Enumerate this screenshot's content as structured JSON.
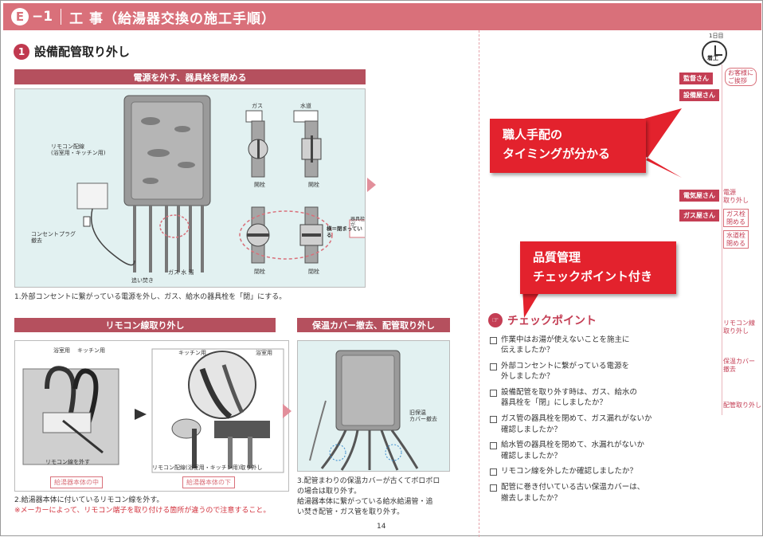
{
  "header": {
    "badge": "E",
    "section_number": "−1",
    "title": "工 事（給湯器交換の施工手順）"
  },
  "step1": {
    "number": "1",
    "title": "設備配管取り外し",
    "bar_label": "電源を外す、器具栓を閉める",
    "labels": {
      "remote_cable": "リモコン配線\n(浴室用・キッチン用)",
      "plug": "コンセントプラグ\n撤去",
      "oidaki": "追い焚き",
      "pipes": "ガス 水 湯",
      "gas": "ガス",
      "water": "水道",
      "open1": "開栓",
      "open2": "開栓",
      "closed1": "閉栓",
      "closed2": "閉栓",
      "valve_note": "器具栓が",
      "valve_note_bold": "横＝閉まっている"
    },
    "caption": "1.外部コンセントに繋がっている電源を外し、ガス、給水の器具栓を「閉」にする。"
  },
  "step2": {
    "bar_label": "リモコン線取り外し",
    "labels": {
      "bath": "浴室用",
      "kitchen": "キッチン用",
      "kitchen2": "キッチン用",
      "bath2": "浴室用",
      "remove_line": "リモコン線を外す",
      "remove_cable": "リモコン配線(浴室用・キッチン用)取り外し"
    },
    "tag_inside": "給湯器本体の中",
    "tag_below": "給湯器本体の下",
    "caption": "2.給湯器本体に付いているリモコン線を外す。",
    "caption_red": "※メーカーによって、リモコン端子を取り付ける箇所が違うので注意すること。"
  },
  "step3": {
    "bar_label": "保温カバー撤去、配管取り外し",
    "labels": {
      "old_cover": "旧保温\nカバー撤去"
    },
    "caption": "3.配管まわりの保温カバーが古くてボロボロ\nの場合は取り外す。\n給湯器本体に繋がっている給水給湯管・追\nい焚き配管・ガス管を取り外す。"
  },
  "page_number": "14",
  "sidebar": {
    "clock_top": "1日目",
    "clock_label": "着工",
    "roles": [
      {
        "label": "監督さん",
        "note": "お客様に\nご挨拶"
      },
      {
        "label": "設備屋さん",
        "note": ""
      },
      {
        "label": "電気屋さん",
        "note": "電源\n取り外し"
      },
      {
        "label": "ガス屋さん",
        "note": "ガス栓\n閉める"
      }
    ],
    "water_note": "水道栓\n閉める",
    "side_notes": [
      "リモコン線\n取り外し",
      "保温カバー\n撤去",
      "配管取り外し"
    ]
  },
  "callouts": {
    "timing": "職人手配の\nタイミングが分かる",
    "quality": "品質管理\nチェックポイント付き"
  },
  "checkpoint": {
    "title": "チェックポイント",
    "items": [
      "作業中はお湯が使えないことを施主に\n伝えましたか？",
      "外部コンセントに繋がっている電源を\n外しましたか？",
      "設備配管を取り外す時は、ガス、給水の\n器具栓を「閉」にしましたか？",
      "ガス管の器具栓を閉めて、ガス漏れがないか\n確認しましたか？",
      "給水管の器具栓を閉めて、水漏れがないか\n確認しましたか？",
      "リモコン線を外したか確認しましたか？",
      "配管に巻き付いている古い保温カバーは、\n撤去しましたか？"
    ]
  }
}
